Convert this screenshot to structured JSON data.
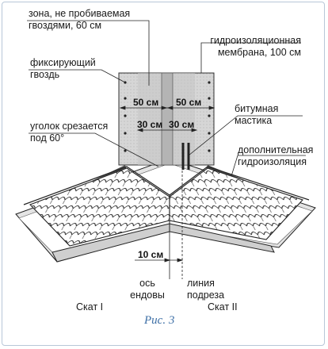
{
  "labels": {
    "zone": "зона, не пробиваемая гвоздями, 60 см",
    "zone_l1": "зона, не пробиваемая",
    "zone_l2": "гвоздями, 60 см",
    "membrane_l1": "гидроизоляционная",
    "membrane_l2": "мембрана, 100 см",
    "nail_l1": "фиксирующий",
    "nail_l2": "гвоздь",
    "mastic_l1": "битумная",
    "mastic_l2": "мастика",
    "corner_l1": "уголок срезается",
    "corner_l2": "под 60°",
    "extra_l1": "дополнительная",
    "extra_l2": "гидроизоляция",
    "axis_l1": "ось",
    "axis_l2": "ендовы",
    "cutline_l1": "линия",
    "cutline_l2": "подреза"
  },
  "dimensions": {
    "d50_left": "50 см",
    "d50_right": "50 см",
    "d30_left": "30 см",
    "d30_right": "30 см",
    "d10": "10 см"
  },
  "slopes": {
    "left": "Скат I",
    "right": "Скат II"
  },
  "caption": "Рис. 3",
  "colors": {
    "frame": "#b8c7d8",
    "caption": "#3d6fa6",
    "membrane": "#d9d9d9",
    "dark_band": "#555555"
  }
}
